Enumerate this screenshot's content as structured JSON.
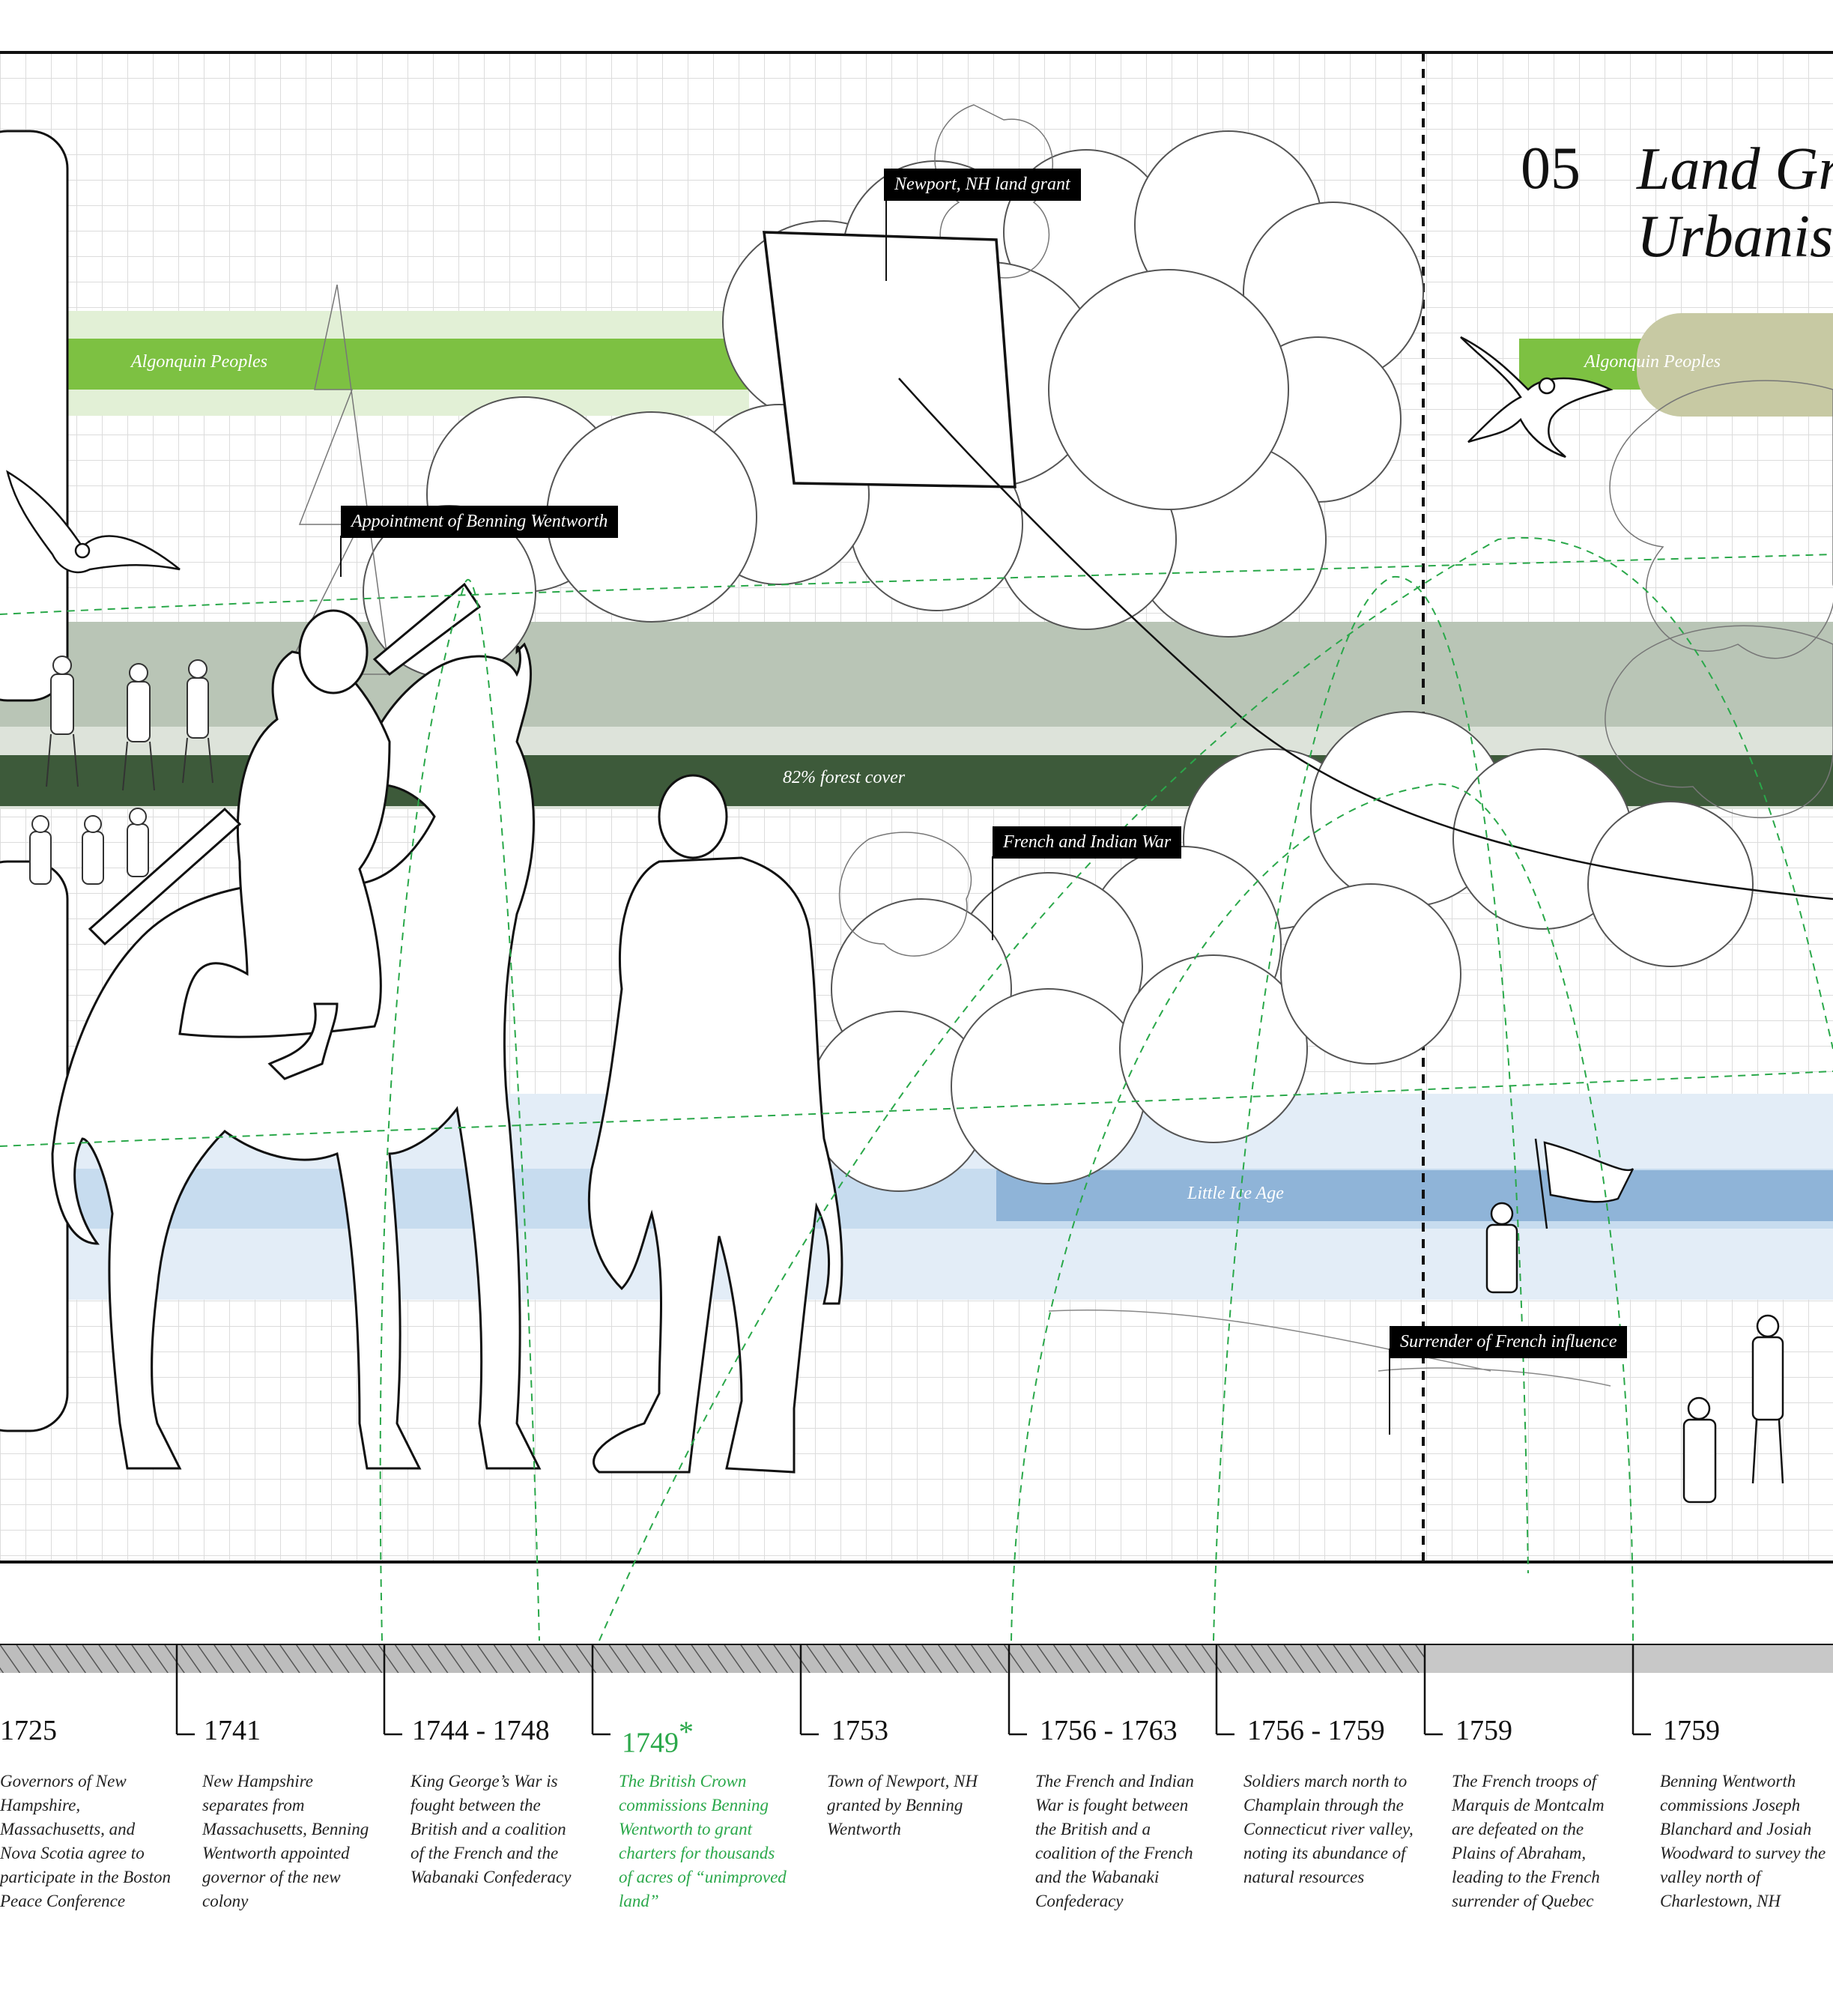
{
  "title": {
    "number": "05",
    "text_line1": "Land Gra",
    "text_line2": "Urbanism"
  },
  "bands": {
    "algonquin_left": "Algonquin Peoples",
    "algonquin_right": "Algonquin Peoples",
    "forest": "82% forest cover",
    "ice_age": "Little Ice Age"
  },
  "tags": {
    "newport": "Newport, NH land grant",
    "benning": "Appointment of Benning Wentworth",
    "french_indian": "French and Indian War",
    "surrender": "Surrender of French influence"
  },
  "timeline": [
    {
      "year": "1725",
      "desc": "Governors of New Hampshire, Massachusetts, and Nova Scotia agree to participate in the Boston Peace Conference"
    },
    {
      "year": "1741",
      "desc": "New Hampshire separates from Massachusetts, Benning Wentworth appointed governor of the new colony"
    },
    {
      "year": "1744 - 1748",
      "desc": "King George’s War is fought between the British and a coalition of the French and the Wabanaki Confederacy"
    },
    {
      "year": "1749",
      "star": "*",
      "desc": "The British Crown commissions Benning Wentworth to grant charters for thousands of acres of “unimproved land”"
    },
    {
      "year": "1753",
      "desc": "Town of Newport, NH granted by Benning Wentworth"
    },
    {
      "year": "1756 - 1763",
      "desc": "The French and Indian War is fought between the British and a coalition of the French and the Wabanaki Confederacy"
    },
    {
      "year": "1756 - 1759",
      "desc": "Soldiers march north to Champlain through the Connecticut river valley, noting its abundance of natural resources"
    },
    {
      "year": "1759",
      "desc": "The French troops of Marquis de Montcalm are defeated on the Plains of Abraham, leading to the French surrender of Quebec"
    },
    {
      "year": "1759",
      "desc": "Benning Wentworth commissions Joseph Blanchard and Josiah Woodward to survey the valley north of Charlestown, NH"
    }
  ],
  "colors": {
    "green_band": "#7dc142",
    "green_band_light": "#dcefcc",
    "forest_dark": "#3d5a3a",
    "forest_mid": "#a9b8a6",
    "forest_light": "#d6ddd3",
    "ice_blue": "#8fb4d8",
    "ice_light": "#dbe8f4",
    "accent_green": "#2aa84a"
  },
  "icons": [
    "eagle-icon",
    "horse-rider-icon",
    "soldier-icon",
    "cloud-icon",
    "tree-icon",
    "flag-icon"
  ]
}
